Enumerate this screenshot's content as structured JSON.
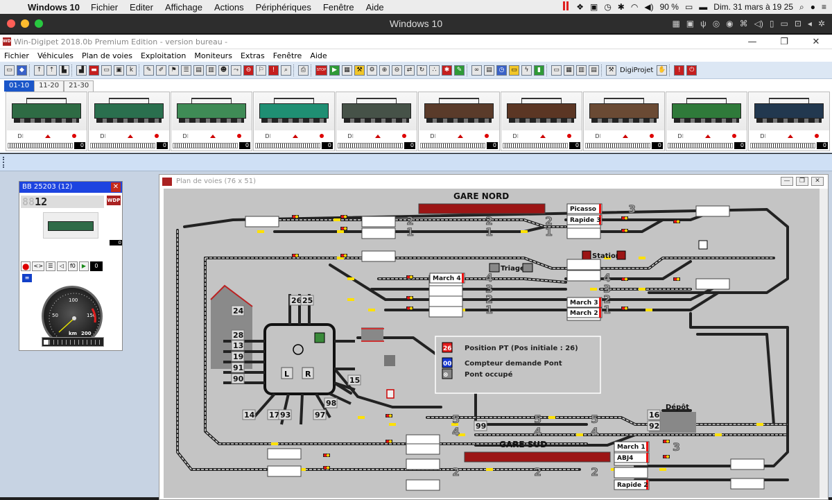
{
  "macos": {
    "app_name": "Windows 10",
    "menu": [
      "Fichier",
      "Editer",
      "Affichage",
      "Actions",
      "Périphériques",
      "Fenêtre",
      "Aide"
    ],
    "battery": "90 %",
    "datetime": "Dim. 31 mars à  19 25"
  },
  "vm": {
    "title": "Windows 10"
  },
  "app": {
    "title": "Win-Digipet 2018.0b Premium Edition - version bureau -",
    "menu": [
      "Fichier",
      "Véhicules",
      "Plan de voies",
      "Exploitation",
      "Moniteurs",
      "Extras",
      "Fenêtre",
      "Aide"
    ],
    "toolbar_label": "DigiProjet",
    "stop_label": "STOP"
  },
  "loco_tabs": {
    "labels": [
      "01-10",
      "11-20",
      "21-30"
    ],
    "active": "01-10"
  },
  "locos": [
    {
      "color": "#2e6b44",
      "speed": "0"
    },
    {
      "color": "#2a6f4e",
      "speed": "0"
    },
    {
      "color": "#3f8b56",
      "speed": "0"
    },
    {
      "color": "#1f8f73",
      "speed": "0"
    },
    {
      "color": "#465248",
      "speed": "0"
    },
    {
      "color": "#5a3b2a",
      "speed": "0"
    },
    {
      "color": "#5b3624",
      "speed": "0"
    },
    {
      "color": "#6a4a34",
      "speed": "0"
    },
    {
      "color": "#2f7a3a",
      "speed": "0"
    },
    {
      "color": "#22384f",
      "speed": "0"
    }
  ],
  "cab": {
    "title": "BB 25203 (12)",
    "address": "12",
    "counter_top": "0",
    "counter_mid": "0",
    "fn_label": "f0",
    "gauge_labels": [
      "50",
      "100",
      "150"
    ],
    "gauge_unit": "km",
    "gauge_max": "200"
  },
  "plan": {
    "title": "Plan de voies (76 x 51)",
    "stations": {
      "north": "GARE NORD",
      "south": "GARE SUD",
      "station": "Station",
      "triage": "Triage",
      "depot": "Dépôt"
    },
    "track_numbers": [
      "3",
      "2",
      "2",
      "2",
      "1",
      "1",
      "1",
      "4",
      "4",
      "3",
      "3",
      "2",
      "2",
      "1",
      "1",
      "5",
      "5",
      "5",
      "4",
      "4",
      "4",
      "3",
      "2",
      "2",
      "2"
    ],
    "turntable_slots": [
      "24",
      "28",
      "13",
      "19",
      "91",
      "90",
      "26",
      "25",
      "15",
      "98",
      "14",
      "17",
      "93",
      "97",
      "99",
      "16",
      "92"
    ],
    "train_labels": [
      "Picasso",
      "Rapide 3",
      "March 4",
      "March 3",
      "March 2",
      "March 1",
      "ABJ4",
      "Rapide 2"
    ],
    "legend": [
      {
        "badge": "26",
        "text": "Position PT (Pos initiale : 26)",
        "color": "#e41c1c"
      },
      {
        "badge": "00",
        "text": "Compteur demande Pont",
        "color": "#1436d6"
      },
      {
        "badge": "⊗",
        "text": "Pont occupé",
        "color": "#888888"
      }
    ],
    "turntable_buttons": [
      "L",
      "R"
    ]
  }
}
